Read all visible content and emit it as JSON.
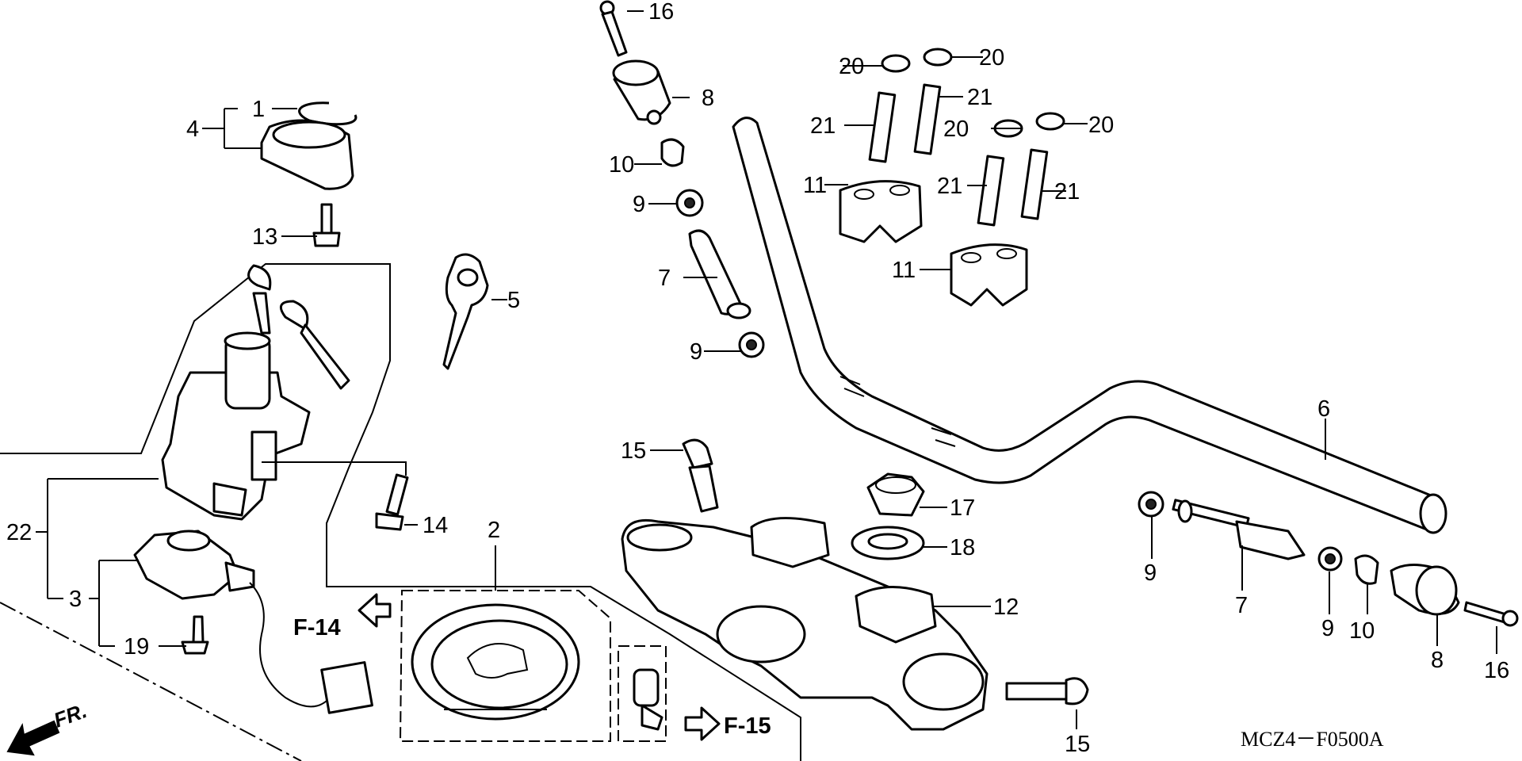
{
  "diagram": {
    "callouts": {
      "c1": "1",
      "c2": "2",
      "c3": "3",
      "c4": "4",
      "c5": "5",
      "c6": "6",
      "c7a": "7",
      "c7b": "7",
      "c8a": "8",
      "c8b": "8",
      "c9a": "9",
      "c9b": "9",
      "c9c": "9",
      "c9d": "9",
      "c10a": "10",
      "c10b": "10",
      "c11a": "11",
      "c11b": "11",
      "c12": "12",
      "c13": "13",
      "c14": "14",
      "c15a": "15",
      "c15b": "15",
      "c16a": "16",
      "c16b": "16",
      "c17": "17",
      "c18": "18",
      "c19": "19",
      "c20a": "20",
      "c20b": "20",
      "c20c": "20",
      "c20d": "20",
      "c21a": "21",
      "c21b": "21",
      "c21c": "21",
      "c21d": "21",
      "c22": "22"
    },
    "references": {
      "f14": "F-14",
      "f15": "F-15"
    },
    "direction": "FR.",
    "drawing_code": "MCZ4－F0500A"
  }
}
